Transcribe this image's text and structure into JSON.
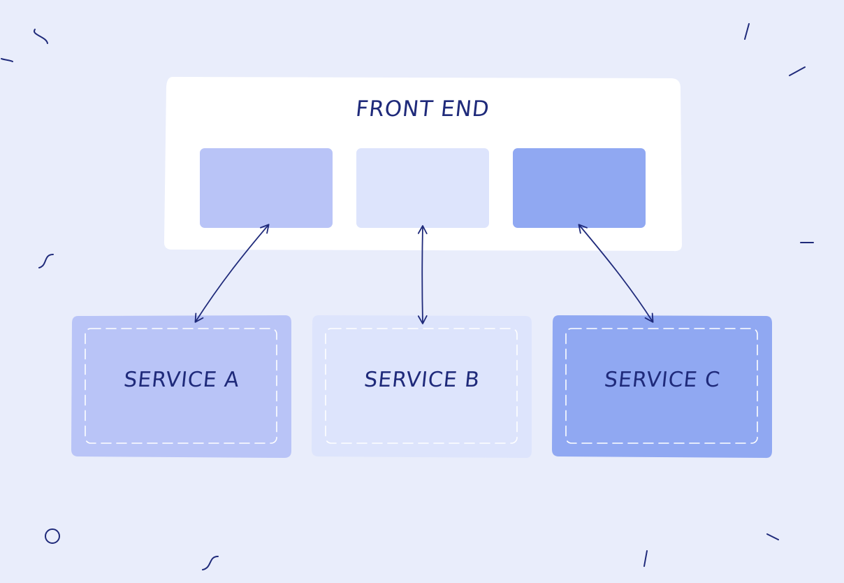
{
  "diagram": {
    "frontend": {
      "label": "FRONT END"
    },
    "services": [
      {
        "label": "SERVICE A"
      },
      {
        "label": "SERVICE B"
      },
      {
        "label": "SERVICE C"
      }
    ]
  },
  "colors": {
    "background": "#e9edfb",
    "frontend_panel": "#ffffff",
    "service_a": "#b9c4f7",
    "service_b": "#dde4fc",
    "service_c": "#90a8f2",
    "ink": "#1f2a7a",
    "dash": "#ffffff"
  }
}
